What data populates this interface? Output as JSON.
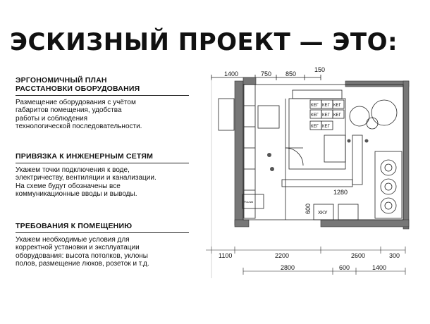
{
  "title": "ЭСКИЗНЫЙ ПРОЕКТ — ЭТО:",
  "sections": [
    {
      "heading_lines": [
        "ЭРГОНОМИЧНЫЙ ПЛАН",
        "РАССТАНОВКИ ОБОРУДОВАНИЯ"
      ],
      "body_lines": [
        "Размещение оборудования с учётом",
        "габаритов помещения, удобства",
        "работы и соблюдения",
        "технологической последовательности."
      ]
    },
    {
      "heading_lines": [
        "ПРИВЯЗКА К ИНЖЕНЕРНЫМ СЕТЯМ"
      ],
      "body_lines": [
        "Укажем точки подключения к воде,",
        "электричеству, вентиляции и канализации.",
        "На схеме будут обозначены все",
        "коммуникационные вводы и выводы."
      ]
    },
    {
      "heading_lines": [
        "ТРЕБОВАНИЯ К ПОМЕЩЕНИЮ"
      ],
      "body_lines": [
        "Укажем необходимые условия для",
        "корректной установки и эксплуатации",
        "оборудования: высота потолков, уклоны",
        "полов, размещение люков, розеток и т.д."
      ]
    }
  ],
  "plan": {
    "dims_top": [
      "1400",
      "750",
      "850",
      "150"
    ],
    "dim_mid": "1280",
    "dim_side": "600",
    "dims_bottom_row1": [
      "1100",
      "2200",
      "2600",
      "300"
    ],
    "dims_bottom_row2": [
      "2800",
      "600",
      "1400"
    ],
    "keg_label": "КЕГ",
    "xku_label": "ХКУ",
    "small_label": "Розлив"
  }
}
